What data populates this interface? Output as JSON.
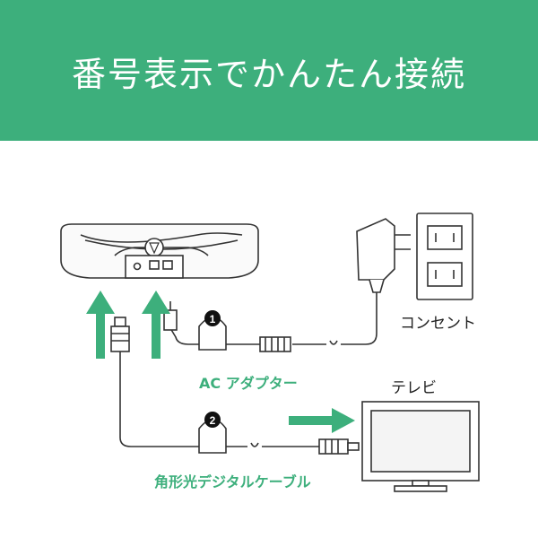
{
  "header": {
    "title": "番号表示でかんたん接続"
  },
  "labels": {
    "outlet": "コンセント",
    "tv": "テレビ",
    "ac_adapter": "AC アダプター",
    "optical_cable": "角形光デジタルケーブル",
    "step1": "1",
    "step2": "2"
  },
  "colors": {
    "accent": "#3daf7c",
    "line": "#333333"
  }
}
